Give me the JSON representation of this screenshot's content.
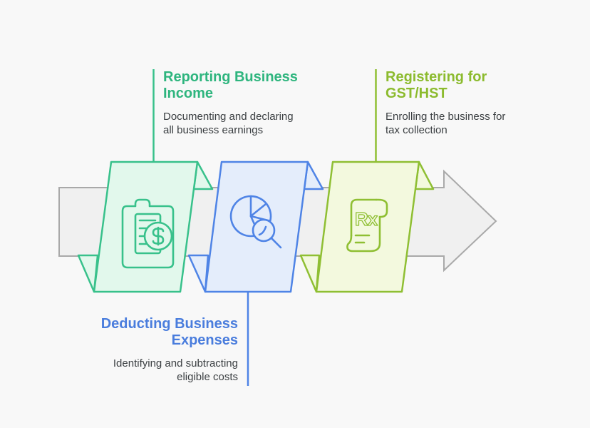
{
  "colors": {
    "background": "#f8f8f8",
    "arrow_fill": "#f0f0f0",
    "arrow_stroke": "#a9a9a9",
    "green_accent": "#2eb57e",
    "green_band_stroke": "#38c18b",
    "green_band_fill": "#e2f8ec",
    "blue_accent": "#4a7ddd",
    "blue_band_stroke": "#4f84e6",
    "blue_band_fill": "#e4edfb",
    "olive_accent": "#8cbb2e",
    "olive_band_stroke": "#8fbf33",
    "olive_band_fill": "#f3f9de",
    "description_text": "#3c4043"
  },
  "steps": [
    {
      "title_lines": [
        "Reporting Business",
        "Income"
      ],
      "description_lines": [
        "Documenting and declaring",
        "all business earnings"
      ],
      "accent": "#2eb57e",
      "icon": "clipboard-dollar-icon",
      "label_position": "top"
    },
    {
      "title_lines": [
        "Deducting Business",
        "Expenses"
      ],
      "description_lines": [
        "Identifying and subtracting",
        "eligible costs"
      ],
      "accent": "#4a7ddd",
      "icon": "pie-chart-magnifier-icon",
      "label_position": "bottom"
    },
    {
      "title_lines": [
        "Registering for",
        "GST/HST"
      ],
      "description_lines": [
        "Enrolling the business for",
        "tax collection"
      ],
      "accent": "#8cbb2e",
      "icon": "prescription-scroll-icon",
      "label_position": "top"
    }
  ],
  "rx_label": "Rx"
}
